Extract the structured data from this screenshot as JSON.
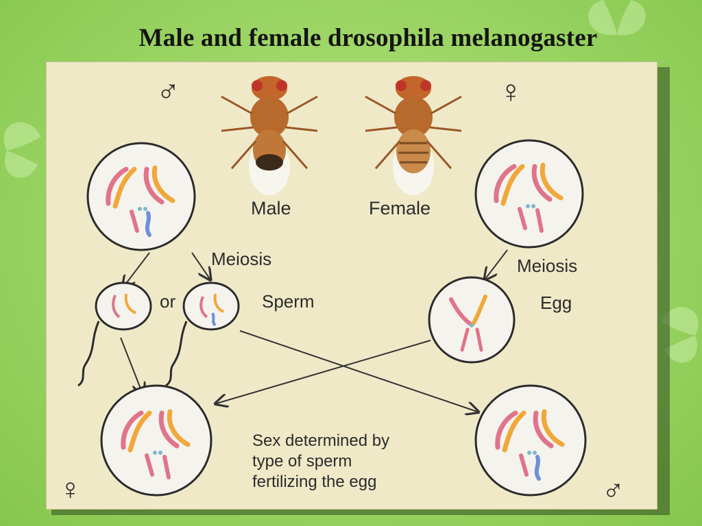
{
  "title": "Male and female drosophila melanogaster",
  "labels": {
    "male": "Male",
    "female": "Female",
    "meiosis_left": "Meiosis",
    "meiosis_right": "Meiosis",
    "or": "or",
    "sperm": "Sperm",
    "egg": "Egg",
    "note_line1": "Sex determined by",
    "note_line2": "type of sperm",
    "note_line3": "fertilizing the egg"
  },
  "symbols": {
    "male_top": "♂",
    "female_top": "♀",
    "female_bottom": "♀",
    "male_bottom": "♂"
  },
  "colors": {
    "panel": "#efe9c8",
    "chromosome_orange": "#f0a83a",
    "chromosome_pink": "#e0748a",
    "chromosome_blue": "#6f8fd8",
    "fly_body": "#b86a2c"
  }
}
